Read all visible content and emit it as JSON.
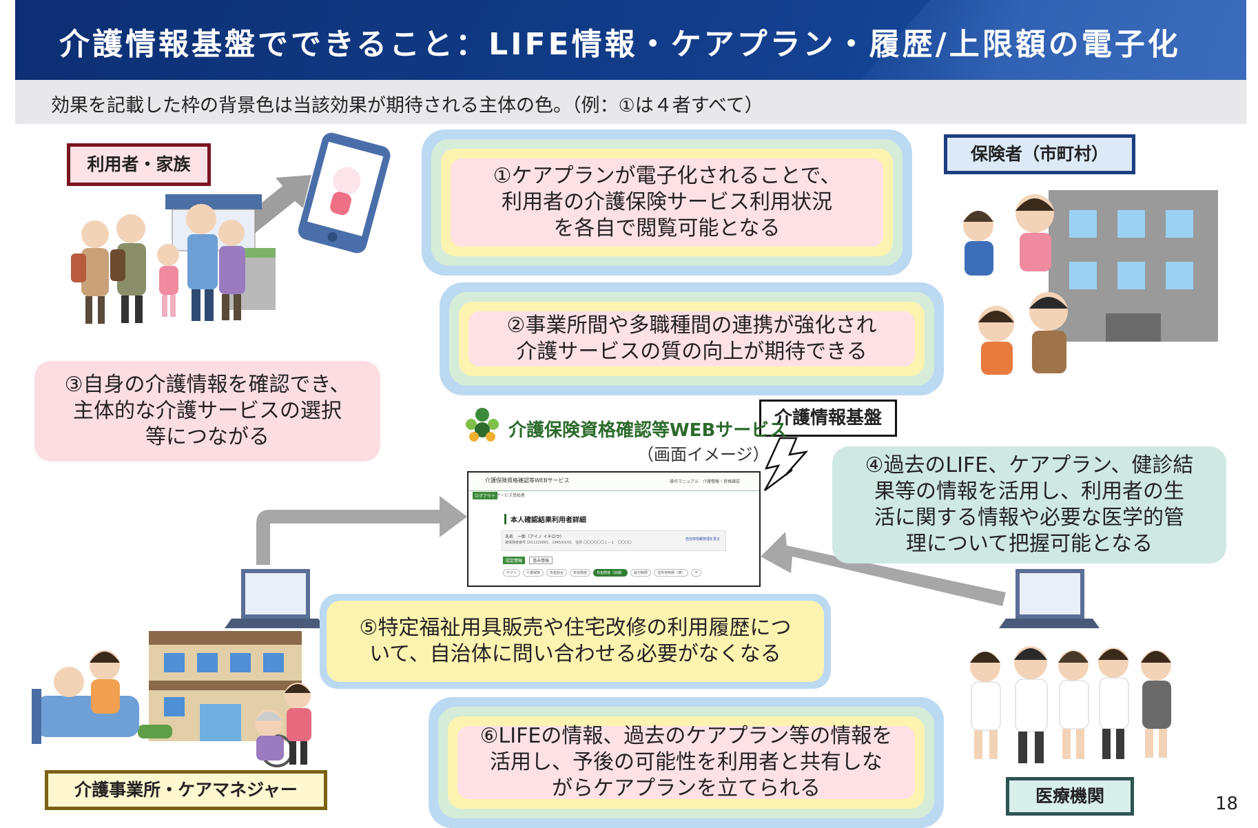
{
  "header": {
    "title": "介護情報基盤でできること：LIFE情報・ケアプラン・履歴/上限額の電子化"
  },
  "notice": {
    "text": "効果を記載した枠の背景色は当該効果が期待される主体の色。（例：①は４者すべて）"
  },
  "labels": {
    "user_family": "利用者・家族",
    "insurer": "保険者（市町村）",
    "care_provider": "介護事業所・ケアマネジャー",
    "medical": "医療機関",
    "platform": "介護情報基盤"
  },
  "effects": {
    "e1": "①ケアプランが電子化されることで、\n利用者の介護保険サービス利用状況\nを各自で閲覧可能となる",
    "e2": "②事業所間や多職種間の連携が強化され\n介護サービスの質の向上が期待できる",
    "e3": "③自身の介護情報を確認でき、\n主体的な介護サービスの選択\n等につながる",
    "e4": "④過去のLIFE、ケアプラン、健診結\n果等の情報を活用し、利用者の生\n活に関する情報や必要な医学的管\n理について把握可能となる",
    "e5": "⑤特定福祉用具販売や住宅改修の利用履歴につ\nいて、自治体に問い合わせる必要がなくなる",
    "e6": "⑥LIFEの情報、過去のケアプラン等の情報を\n活用し、予後の可能性を利用者と共有しな\nがらケアプランを立てられる"
  },
  "webservice": {
    "title": "介護保険資格確認等WEBサービス",
    "caption": "（画面イメージ）",
    "screen": {
      "logo_text": "介護保険資格確認等WEBサービス",
      "menu": "操作マニュアル　介護情報・資格確認",
      "sub_tag": "ログアウト",
      "sub_menu": "サービス受給者",
      "heading": "本人確認結果利用者詳細",
      "name_line": "氏名　一郎（アイノ イチロウ）",
      "number_line": "被保険者番号 1011220001　1945/01/01　住所 〇〇〇〇〇〇１－１　〇〇〇〇",
      "link": "自治体情報管理を見る",
      "tab_active": "認定情報",
      "tab_other": "過去情報",
      "chips": [
        "サマリ",
        "介護保険",
        "負担割合",
        "負担限度",
        "負担限度（前期）",
        "給付制限",
        "住所地特例（適）",
        "≫"
      ]
    }
  },
  "page_number": "18",
  "colors": {
    "header_bg": "#16479b",
    "user_family": "#fde1e5",
    "insurer": "#bcd9f2",
    "care_provider": "#fdf3b0",
    "medical": "#cfe8e4"
  }
}
